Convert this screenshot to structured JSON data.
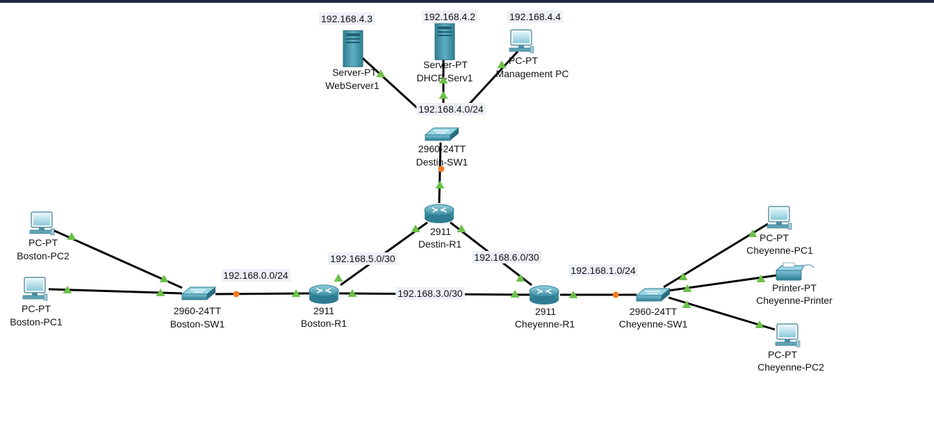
{
  "colors": {
    "link": "#000000",
    "port_up": "#6cc04a",
    "port_orange": "#f47b20",
    "device": "#3f93a8",
    "top_bar": "#1f2a44"
  },
  "devices": [
    {
      "id": "webserver1",
      "type": "server",
      "icon": "server-icon",
      "model": "Server-PT",
      "name": "WebServer1",
      "ip": "192.168.4.3"
    },
    {
      "id": "dhcp-serv1",
      "type": "server",
      "icon": "server-icon",
      "model": "Server-PT",
      "name": "DHCP-Serv1",
      "ip": "192.168.4.2"
    },
    {
      "id": "management-pc",
      "type": "pc",
      "icon": "pc-icon",
      "model": "PC-PT",
      "name": "Management PC",
      "ip": "192.168.4.4"
    },
    {
      "id": "destin-sw1",
      "type": "switch",
      "icon": "switch-icon",
      "model": "2960-24TT",
      "name": "Destin-SW1"
    },
    {
      "id": "destin-r1",
      "type": "router",
      "icon": "router-icon",
      "model": "2911",
      "name": "Destin-R1"
    },
    {
      "id": "boston-pc2",
      "type": "pc",
      "icon": "pc-icon",
      "model": "PC-PT",
      "name": "Boston-PC2"
    },
    {
      "id": "boston-pc1",
      "type": "pc",
      "icon": "pc-icon",
      "model": "PC-PT",
      "name": "Boston-PC1"
    },
    {
      "id": "boston-sw1",
      "type": "switch",
      "icon": "switch-icon",
      "model": "2960-24TT",
      "name": "Boston-SW1"
    },
    {
      "id": "boston-r1",
      "type": "router",
      "icon": "router-icon",
      "model": "2911",
      "name": "Boston-R1"
    },
    {
      "id": "cheyenne-r1",
      "type": "router",
      "icon": "router-icon",
      "model": "2911",
      "name": "Cheyenne-R1"
    },
    {
      "id": "cheyenne-sw1",
      "type": "switch",
      "icon": "switch-icon",
      "model": "2960-24TT",
      "name": "Cheyenne-SW1"
    },
    {
      "id": "cheyenne-pc1",
      "type": "pc",
      "icon": "pc-icon",
      "model": "PC-PT",
      "name": "Cheyenne-PC1"
    },
    {
      "id": "cheyenne-printer",
      "type": "printer",
      "icon": "printer-icon",
      "model": "Printer-PT",
      "name": "Cheyenne-Printer"
    },
    {
      "id": "cheyenne-pc2",
      "type": "pc",
      "icon": "pc-icon",
      "model": "PC-PT",
      "name": "Cheyenne-PC2"
    }
  ],
  "networks": [
    {
      "id": "net-4",
      "label": "192.168.4.0/24"
    },
    {
      "id": "net-5",
      "label": "192.168.5.0/30"
    },
    {
      "id": "net-6",
      "label": "192.168.6.0/30"
    },
    {
      "id": "net-0",
      "label": "192.168.0.0/24"
    },
    {
      "id": "net-3",
      "label": "192.168.3.0/30"
    },
    {
      "id": "net-1",
      "label": "192.168.1.0/24"
    }
  ],
  "links": [
    {
      "from": "webserver1",
      "to": "destin-sw1",
      "from_port": "up",
      "to_port": "none"
    },
    {
      "from": "dhcp-serv1",
      "to": "destin-sw1",
      "from_port": "up",
      "to_port": "up"
    },
    {
      "from": "management-pc",
      "to": "destin-sw1",
      "from_port": "up",
      "to_port": "none"
    },
    {
      "from": "destin-sw1",
      "to": "destin-r1",
      "from_port": "orange",
      "to_port": "up"
    },
    {
      "from": "destin-r1",
      "to": "boston-r1",
      "from_port": "up",
      "to_port": "up"
    },
    {
      "from": "destin-r1",
      "to": "cheyenne-r1",
      "from_port": "up",
      "to_port": "up"
    },
    {
      "from": "boston-pc2",
      "to": "boston-sw1",
      "from_port": "up",
      "to_port": "up"
    },
    {
      "from": "boston-pc1",
      "to": "boston-sw1",
      "from_port": "up",
      "to_port": "up"
    },
    {
      "from": "boston-sw1",
      "to": "boston-r1",
      "from_port": "orange",
      "to_port": "up"
    },
    {
      "from": "boston-r1",
      "to": "cheyenne-r1",
      "from_port": "up",
      "to_port": "up"
    },
    {
      "from": "cheyenne-r1",
      "to": "cheyenne-sw1",
      "from_port": "up",
      "to_port": "orange"
    },
    {
      "from": "cheyenne-sw1",
      "to": "cheyenne-pc1",
      "from_port": "up",
      "to_port": "up"
    },
    {
      "from": "cheyenne-sw1",
      "to": "cheyenne-printer",
      "from_port": "up",
      "to_port": "up"
    },
    {
      "from": "cheyenne-sw1",
      "to": "cheyenne-pc2",
      "from_port": "up",
      "to_port": "up"
    }
  ]
}
